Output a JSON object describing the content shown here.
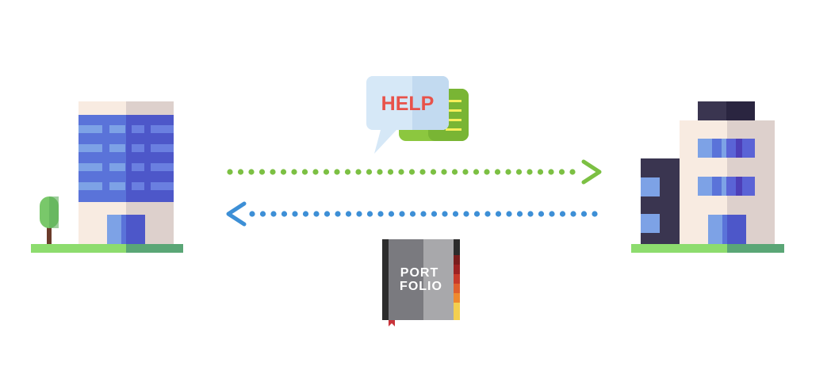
{
  "help_bubble": {
    "text": "HELP"
  },
  "portfolio_book": {
    "line1": "PORT",
    "line2": "FOLIO"
  },
  "colors": {
    "green_arrow": "#7cc043",
    "blue_arrow": "#3d8fd6",
    "grass": "#8ddc6e",
    "grass_shade": "#5aa676",
    "facade_light": "#f8ebe1",
    "facade_shade": "#ddd0cc",
    "window_blue": "#5a73d9",
    "window_light": "#7da2e6",
    "window_dark": "#4d3fb8",
    "dark_block": "#3a3550",
    "help_red": "#e8524a",
    "bubble_bg": "#d6e8f7",
    "bubble_back": "#8cc73f",
    "book_dark": "#2c2c2c",
    "book_gray": "#7a7a7f",
    "book_light": "#a8a8ab"
  },
  "icons": {
    "left_building": "office-building-icon",
    "right_building": "apartment-building-icon",
    "tree": "tree-icon",
    "help": "help-chat-bubble-icon",
    "portfolio": "portfolio-book-icon",
    "arrow_right": "arrow-right-icon",
    "arrow_left": "arrow-left-icon"
  }
}
